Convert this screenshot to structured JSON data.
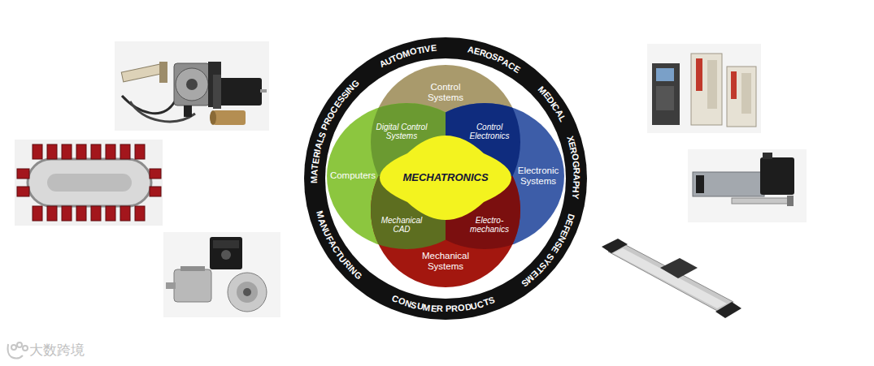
{
  "diagram": {
    "nodes": [
      {
        "text": [
          "MATERIALS PROCESSING",
          "AUTOMOTIVE",
          "AEROSPACE",
          "MEDICAL",
          "XEROGRAPHY",
          "DEFENSE SYSTEMS",
          "CONSUMER PRODUCTS",
          "MANUFACTURING"
        ]
      },
      {
        "text": [
          "Control Systems"
        ],
        "in": 0
      },
      {
        "text": [
          "Digital Control Systems"
        ],
        "in": 0
      },
      {
        "text": [
          "Control Electronics"
        ],
        "in": 0
      },
      {
        "text": [
          "Computers"
        ],
        "in": 0
      },
      {
        "text": [
          "MECHATRONICS"
        ],
        "in": 0
      },
      {
        "text": [
          "Electronic Systems"
        ],
        "in": 0
      },
      {
        "text": [
          "Mechanical CAD"
        ],
        "in": 0
      },
      {
        "text": [
          "Electro-mechanics"
        ],
        "in": 0
      },
      {
        "text": [
          "Mechanical Systems"
        ],
        "in": 0
      }
    ],
    "labels": [
      "大数跨境"
    ]
  }
}
